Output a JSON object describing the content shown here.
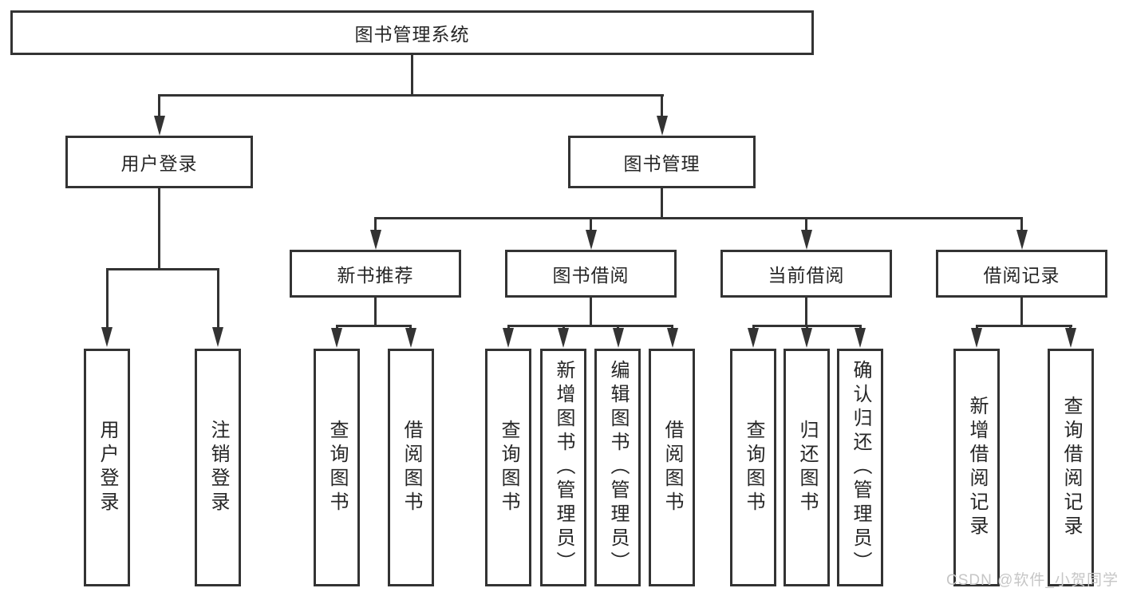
{
  "tree": {
    "root": "图书管理系统",
    "branches": [
      {
        "label": "用户登录",
        "children": [
          {
            "label": "用户登录"
          },
          {
            "label": "注销登录"
          }
        ]
      },
      {
        "label": "图书管理",
        "children": [
          {
            "label": "新书推荐",
            "children": [
              {
                "label": "查询图书"
              },
              {
                "label": "借阅图书"
              }
            ]
          },
          {
            "label": "图书借阅",
            "children": [
              {
                "label": "查询图书"
              },
              {
                "label": "新增图书（管理员）"
              },
              {
                "label": "编辑图书（管理员）"
              },
              {
                "label": "借阅图书"
              }
            ]
          },
          {
            "label": "当前借阅",
            "children": [
              {
                "label": "查询图书"
              },
              {
                "label": "归还图书"
              },
              {
                "label": "确认归还（管理员）"
              }
            ]
          },
          {
            "label": "借阅记录",
            "children": [
              {
                "label": "新增借阅记录"
              },
              {
                "label": "查询借阅记录"
              }
            ]
          }
        ]
      }
    ]
  },
  "watermark": "CSDN @软件_小贺同学",
  "colors": {
    "line": "#333333",
    "text": "#262626",
    "watermark": "#c6c6c6",
    "background": "#ffffff"
  }
}
